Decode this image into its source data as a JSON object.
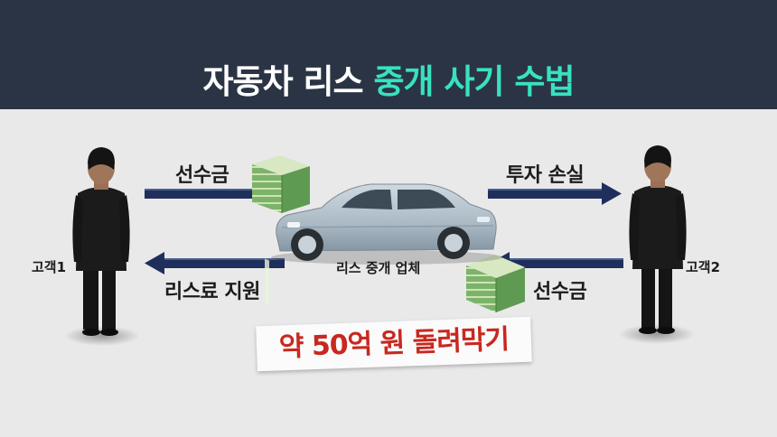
{
  "header": {
    "title_part1": "자동차 리스",
    "title_part2": "중개 사기 수법"
  },
  "diagram": {
    "customer_left": "고객1",
    "customer_right": "고객2",
    "top_left_label": "선수금",
    "bottom_left_label": "리스료 지원",
    "top_right_label": "투자 손실",
    "bottom_right_label": "선수금",
    "car_caption": "리스 중개 업체"
  },
  "callout": {
    "text": "약 50억 원 돌려막기"
  },
  "colors": {
    "banner_bg": "#2b3444",
    "title_accent": "#37e2c1",
    "arrow": "#1f2f5c",
    "callout_text": "#c8281f",
    "background": "#e9e9ea"
  }
}
